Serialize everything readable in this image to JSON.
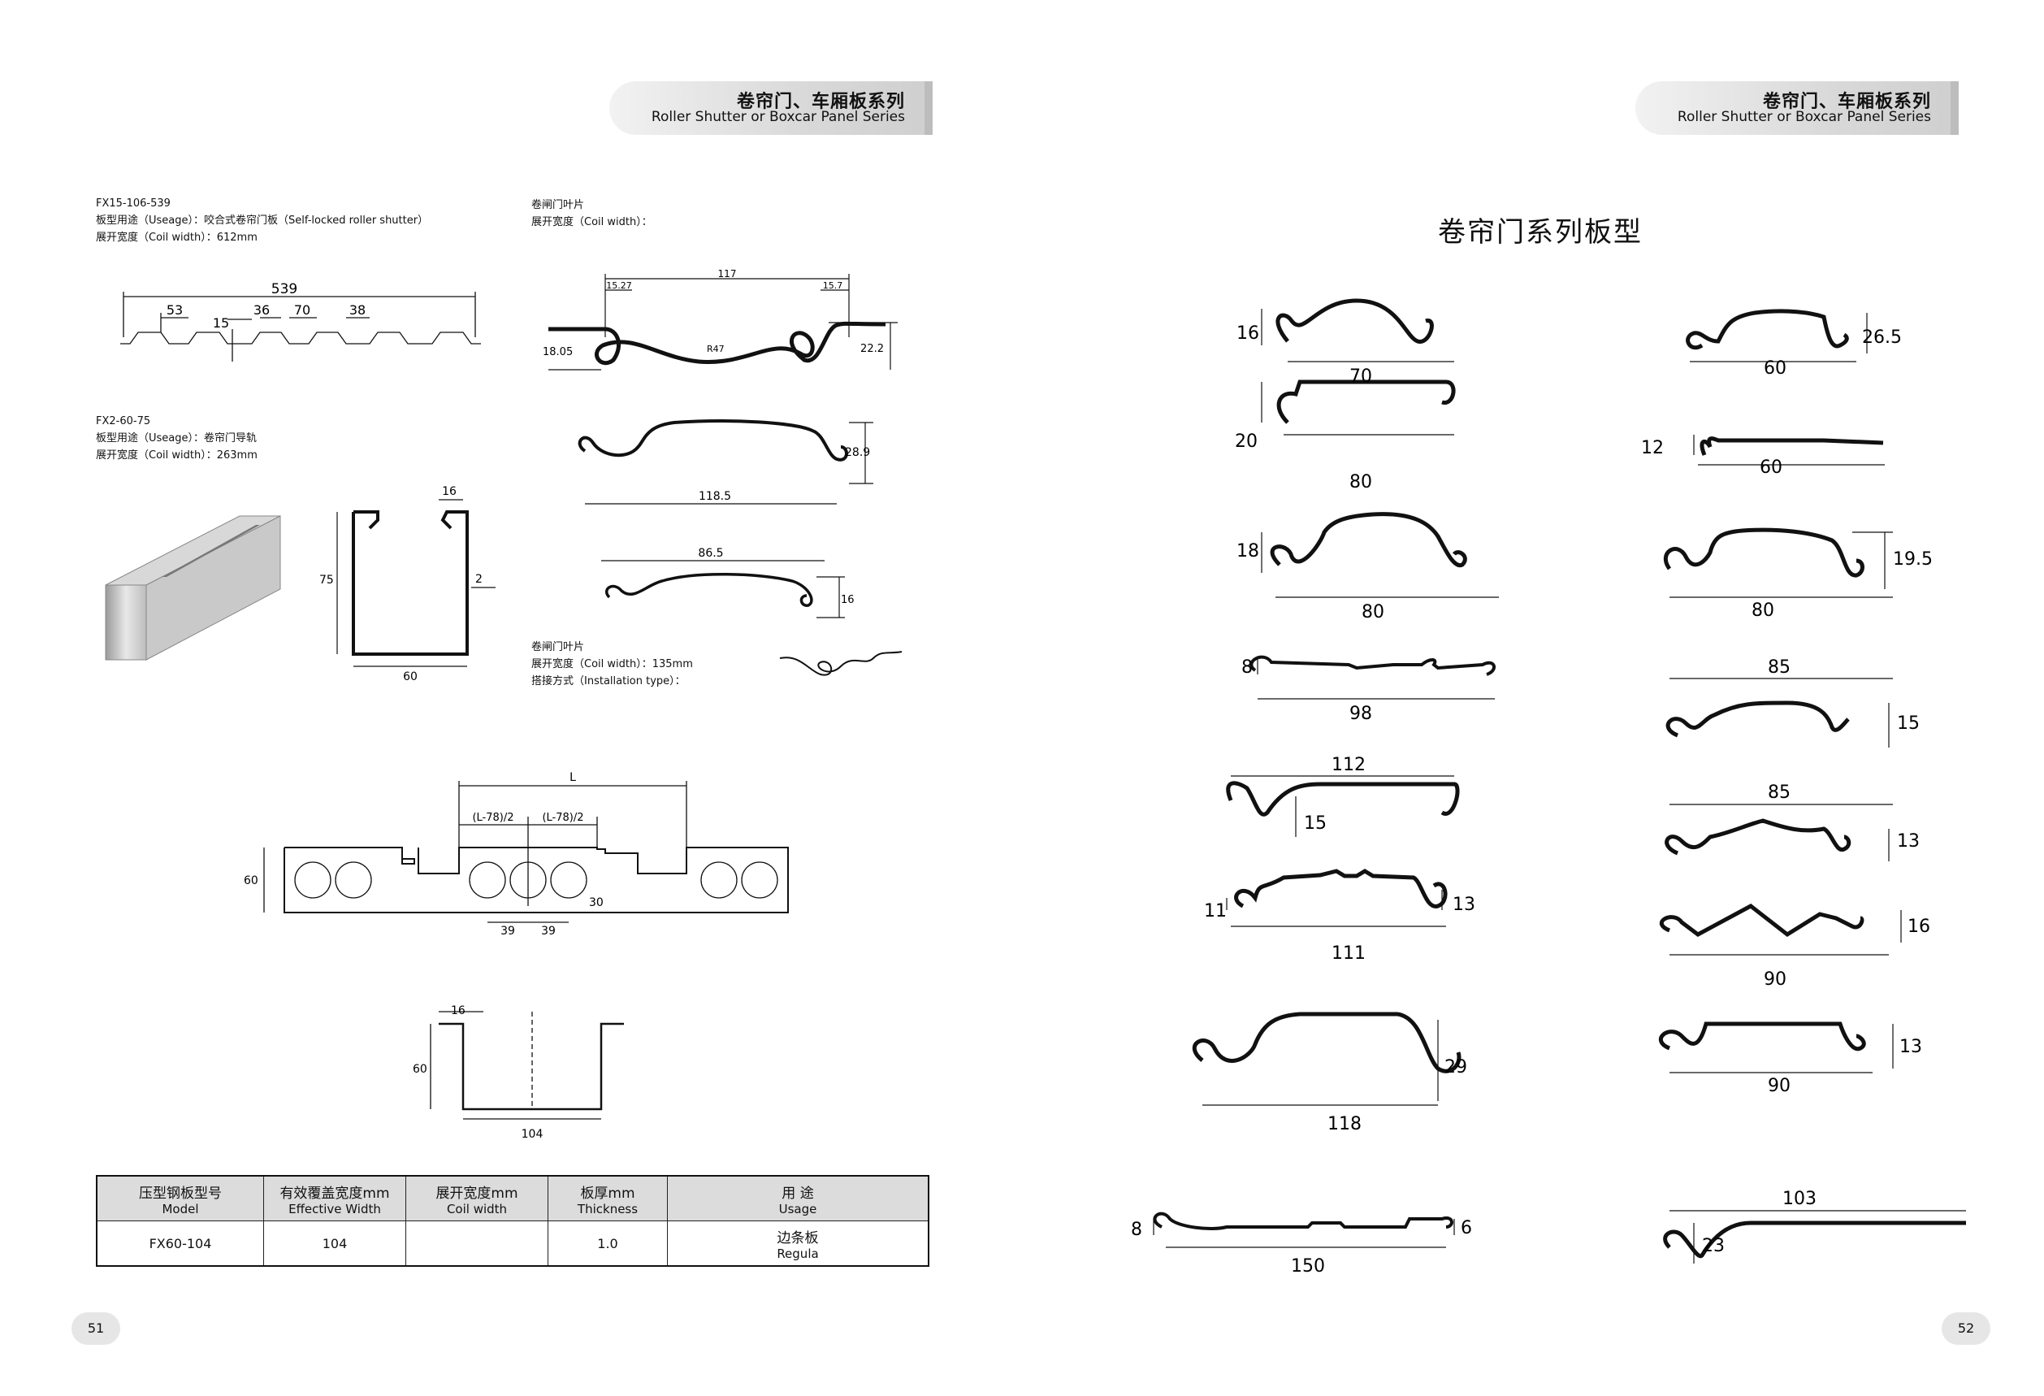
{
  "left_page": {
    "header": {
      "cn": "卷帘门、车厢板系列",
      "en": "Roller Shutter or Boxcar Panel Series"
    },
    "fx15": {
      "model": "FX15-106-539",
      "usage": "板型用途（Useage）：咬合式卷帘门板（Self-locked roller shutter）",
      "coil": "展开宽度（Coil width）：612mm",
      "dims": [
        "539",
        "53",
        "15",
        "36",
        "70",
        "38"
      ]
    },
    "leaf1": {
      "title": "卷闸门叶片",
      "coil": "展开宽度（Coil width）：",
      "dims": [
        "117",
        "15.27",
        "15.7",
        "18.05",
        "22.2",
        "R47"
      ]
    },
    "fx2": {
      "model": "FX2-60-75",
      "usage": "板型用途（Useage）：卷帘门导轨",
      "coil": "展开宽度（Coil width）：263mm",
      "dims": [
        "16",
        "75",
        "2",
        "60"
      ]
    },
    "profile_a": {
      "dims": [
        "28.9",
        "118.5"
      ]
    },
    "profile_b": {
      "dims": [
        "86.5",
        "16"
      ]
    },
    "leaf2": {
      "title": "卷闸门叶片",
      "coil": "展开宽度（Coil width）：135mm",
      "install": "搭接方式（Installation type）："
    },
    "regula_plan": {
      "dims": [
        "L",
        "(L-78)/2",
        "(L-78)/2",
        "60",
        "30",
        "39",
        "39"
      ]
    },
    "regula_section": {
      "dims": [
        "16",
        "60",
        "104"
      ]
    },
    "table": {
      "headers": [
        {
          "cn": "压型钢板型号",
          "en": "Model"
        },
        {
          "cn": "有效覆盖宽度mm",
          "en": "Effective Width"
        },
        {
          "cn": "展开宽度mm",
          "en": "Coil width"
        },
        {
          "cn": "板厚mm",
          "en": "Thickness"
        },
        {
          "cn": "用  途",
          "en": "Usage"
        }
      ],
      "row": {
        "model": "FX60-104",
        "width": "104",
        "coil": "",
        "thickness": "1.0",
        "usage_cn": "边条板",
        "usage_en": "Regula"
      }
    },
    "page_number": "51"
  },
  "right_page": {
    "header": {
      "cn": "卷帘门、车厢板系列",
      "en": "Roller Shutter or Boxcar Panel Series"
    },
    "title": "卷帘门系列板型",
    "profiles_left": [
      {
        "h": "16",
        "w": "70"
      },
      {
        "h": "20",
        "w": "80"
      },
      {
        "h": "18",
        "w": "80"
      },
      {
        "h": "8",
        "w": "98"
      },
      {
        "w": "112",
        "h": "15"
      },
      {
        "h": "11",
        "h2": "13",
        "w": "111"
      },
      {
        "h": "29",
        "w": "118"
      },
      {
        "h": "8",
        "h2": "6",
        "w": "150"
      }
    ],
    "profiles_right": [
      {
        "h": "26.5",
        "w": "60"
      },
      {
        "h": "12",
        "w": "60"
      },
      {
        "h": "19.5",
        "w": "80"
      },
      {
        "w": "85",
        "h": "15"
      },
      {
        "w": "85",
        "h": "13"
      },
      {
        "h": "16",
        "w": "90"
      },
      {
        "h": "13",
        "w": "90"
      },
      {
        "w": "103",
        "h": "23"
      }
    ],
    "page_number": "52"
  }
}
